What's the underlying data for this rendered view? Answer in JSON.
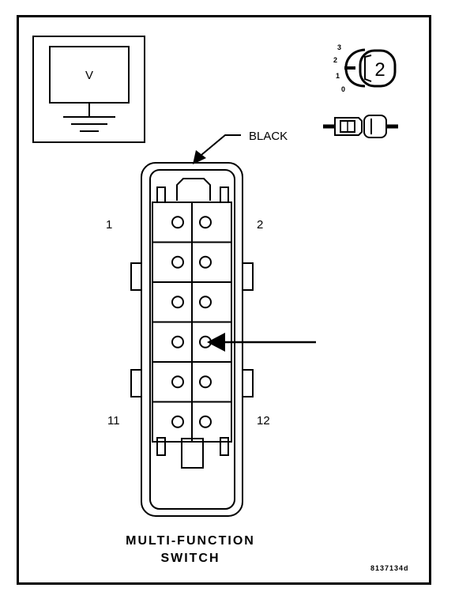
{
  "meter": {
    "symbol": "V"
  },
  "ignition": {
    "position_marks": [
      "3",
      "2",
      "1",
      "0"
    ],
    "selected_position": "2"
  },
  "connector": {
    "color_callout": "BLACK",
    "pin_labels": {
      "top_left": "1",
      "top_right": "2",
      "bottom_left": "11",
      "bottom_right": "12"
    },
    "title_line1": "MULTI-FUNCTION",
    "title_line2": "SWITCH"
  },
  "figure_code": "8137134d"
}
